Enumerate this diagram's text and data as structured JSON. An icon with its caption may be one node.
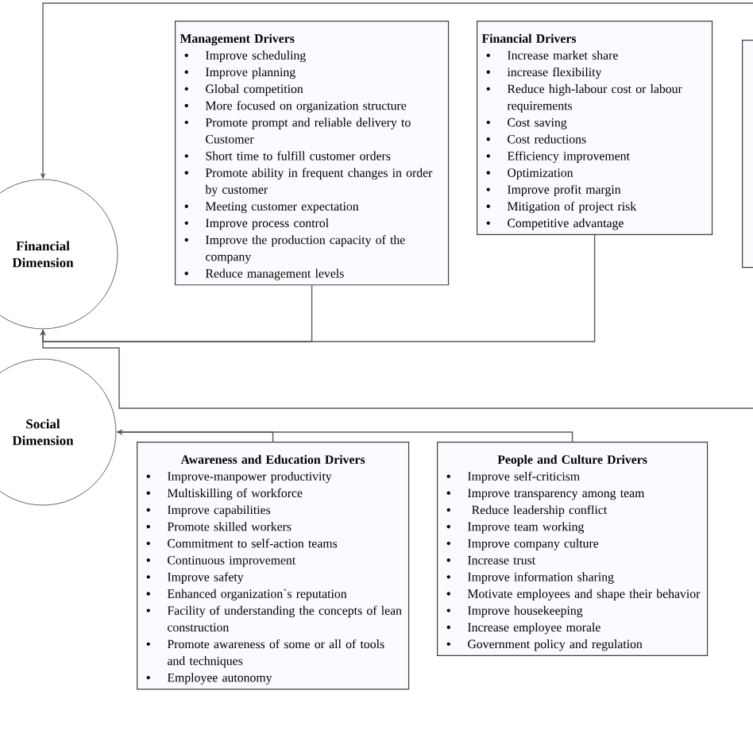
{
  "diagram": {
    "nodes": [
      {
        "text": [
          "Financial Dimension"
        ]
      },
      {
        "text": [
          "Social Dimension"
        ]
      },
      {
        "text": [
          "Management Drivers",
          "Improve scheduling",
          "Improve planning",
          "Global competition",
          "More focused on organization structure",
          "Promote prompt and reliable delivery to Customer",
          "Short time to fulfill customer orders",
          "Promote ability in frequent changes in order by customer",
          "Meeting customer expectation",
          "Improve process control",
          "Improve the production capacity of the company",
          "Reduce management levels"
        ]
      },
      {
        "text": [
          "Financial Drivers",
          "Increase market share",
          "increase flexibility",
          "Reduce high-labour cost or labour requirements",
          "Cost saving",
          "Cost reductions",
          "Efficiency improvement",
          "Optimization",
          "Improve profit margin",
          "Mitigation of project risk",
          "Competitive advantage"
        ]
      },
      {
        "text": [],
        "shape": "box"
      },
      {
        "text": [
          "Awareness and Education Drivers",
          "Improve-manpower productivity",
          "Multiskilling of workforce",
          "Improve capabilities",
          "Promote skilled workers",
          "Commitment to self-action teams",
          "Continuous improvement",
          "Improve safety",
          "Enhanced organization`s reputation",
          "Facility of understanding the concepts of lean construction",
          "Promote  awareness of some or all of tools and techniques",
          "Employee autonomy"
        ]
      },
      {
        "text": [
          "People and Culture Drivers",
          "Improve self-criticism",
          "Improve transparency among team",
          " Reduce leadership conflict",
          "Improve team working",
          "Improve company culture",
          "Increase trust",
          "Improve information sharing",
          "Motivate employees and shape their behavior",
          "Improve housekeeping",
          "Increase employee morale",
          "Government policy and regulation"
        ]
      }
    ],
    "edges": [
      {
        "from": 2,
        "to": 0,
        "arrow": "to"
      },
      {
        "from": 3,
        "to": 0,
        "arrow": "to"
      },
      {
        "from": null,
        "to": 0,
        "arrow": "to"
      },
      {
        "from": null,
        "to": 0,
        "arrow": "to"
      },
      {
        "from": 5,
        "to": 1,
        "arrow": "to"
      },
      {
        "from": 6,
        "to": 1,
        "arrow": "to"
      }
    ]
  }
}
